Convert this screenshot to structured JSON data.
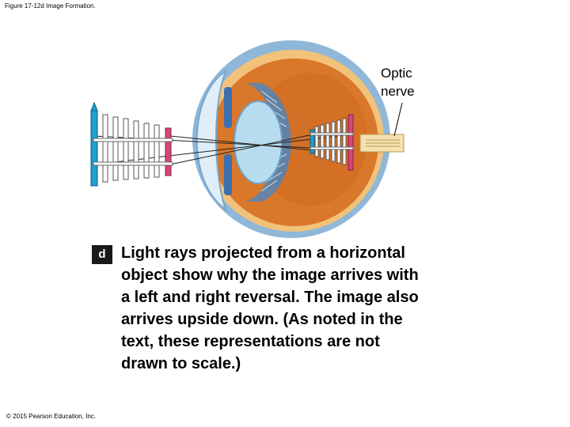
{
  "figure": {
    "caption": "Figure 17-12d Image Formation.",
    "optic_nerve_label": [
      "Optic",
      "nerve"
    ],
    "panel_letter": "d",
    "description_lines": [
      "Light rays projected from a horizontal",
      "object show why the image arrives with",
      "a left and right reversal. The image also",
      "arrives upside down. (As noted in the",
      "text, these representations are not",
      "drawn to scale.)"
    ],
    "copyright": "© 2015 Pearson Education, Inc."
  },
  "colors": {
    "sclera": "#8fb7d8",
    "choroid": "#f2c27a",
    "retina": "#d9772a",
    "lens": "#b8dcef",
    "iris": "#3b6fb0",
    "fence_object_blue": "#1fa0d0",
    "fence_object_pink": "#d8457a",
    "optic_nerve": "#f4e3b0"
  }
}
